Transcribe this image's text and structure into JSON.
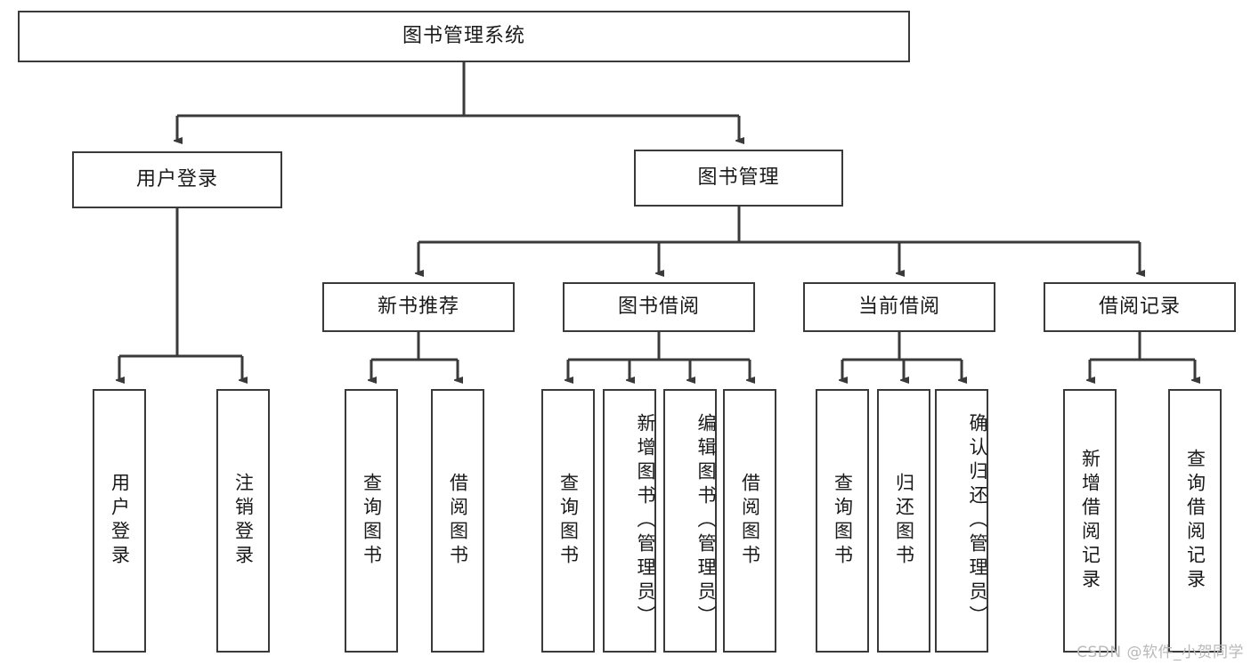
{
  "diagram": {
    "type": "tree-hierarchy-chart",
    "title": "图书管理系统",
    "root": {
      "id": "root",
      "label": "图书管理系统"
    },
    "level2": [
      {
        "id": "user-login",
        "label": "用户登录"
      },
      {
        "id": "book-manage",
        "label": "图书管理"
      }
    ],
    "level3": [
      {
        "id": "new-book-rec",
        "label": "新书推荐",
        "parent": "book-manage"
      },
      {
        "id": "book-borrow",
        "label": "图书借阅",
        "parent": "book-manage"
      },
      {
        "id": "current-borrow",
        "label": "当前借阅",
        "parent": "book-manage"
      },
      {
        "id": "borrow-record",
        "label": "借阅记录",
        "parent": "book-manage"
      }
    ],
    "leaves": {
      "user-login": [
        {
          "id": "leaf-user-login",
          "label": "用户登录"
        },
        {
          "id": "leaf-logout",
          "label": "注销登录"
        }
      ],
      "new-book-rec": [
        {
          "id": "leaf-query-book-1",
          "label": "查询图书"
        },
        {
          "id": "leaf-borrow-book-1",
          "label": "借阅图书"
        }
      ],
      "book-borrow": [
        {
          "id": "leaf-query-book-2",
          "label": "查询图书"
        },
        {
          "id": "leaf-add-book",
          "label": "新增图书（管理员）"
        },
        {
          "id": "leaf-edit-book",
          "label": "编辑图书（管理员）"
        },
        {
          "id": "leaf-borrow-book-2",
          "label": "借阅图书"
        }
      ],
      "current-borrow": [
        {
          "id": "leaf-query-book-3",
          "label": "查询图书"
        },
        {
          "id": "leaf-return-book",
          "label": "归还图书"
        },
        {
          "id": "leaf-confirm-return",
          "label": "确认归还（管理员）"
        }
      ],
      "borrow-record": [
        {
          "id": "leaf-add-record",
          "label": "新增借阅记录"
        },
        {
          "id": "leaf-query-record",
          "label": "查询借阅记录"
        }
      ]
    },
    "colors": {
      "stroke": "#3a3a3a",
      "fill": "#ffffff",
      "text": "#1a1a1a",
      "watermark": "#b9b9b9"
    }
  },
  "watermark": {
    "text": "CSDN @软件_小贺同学"
  }
}
